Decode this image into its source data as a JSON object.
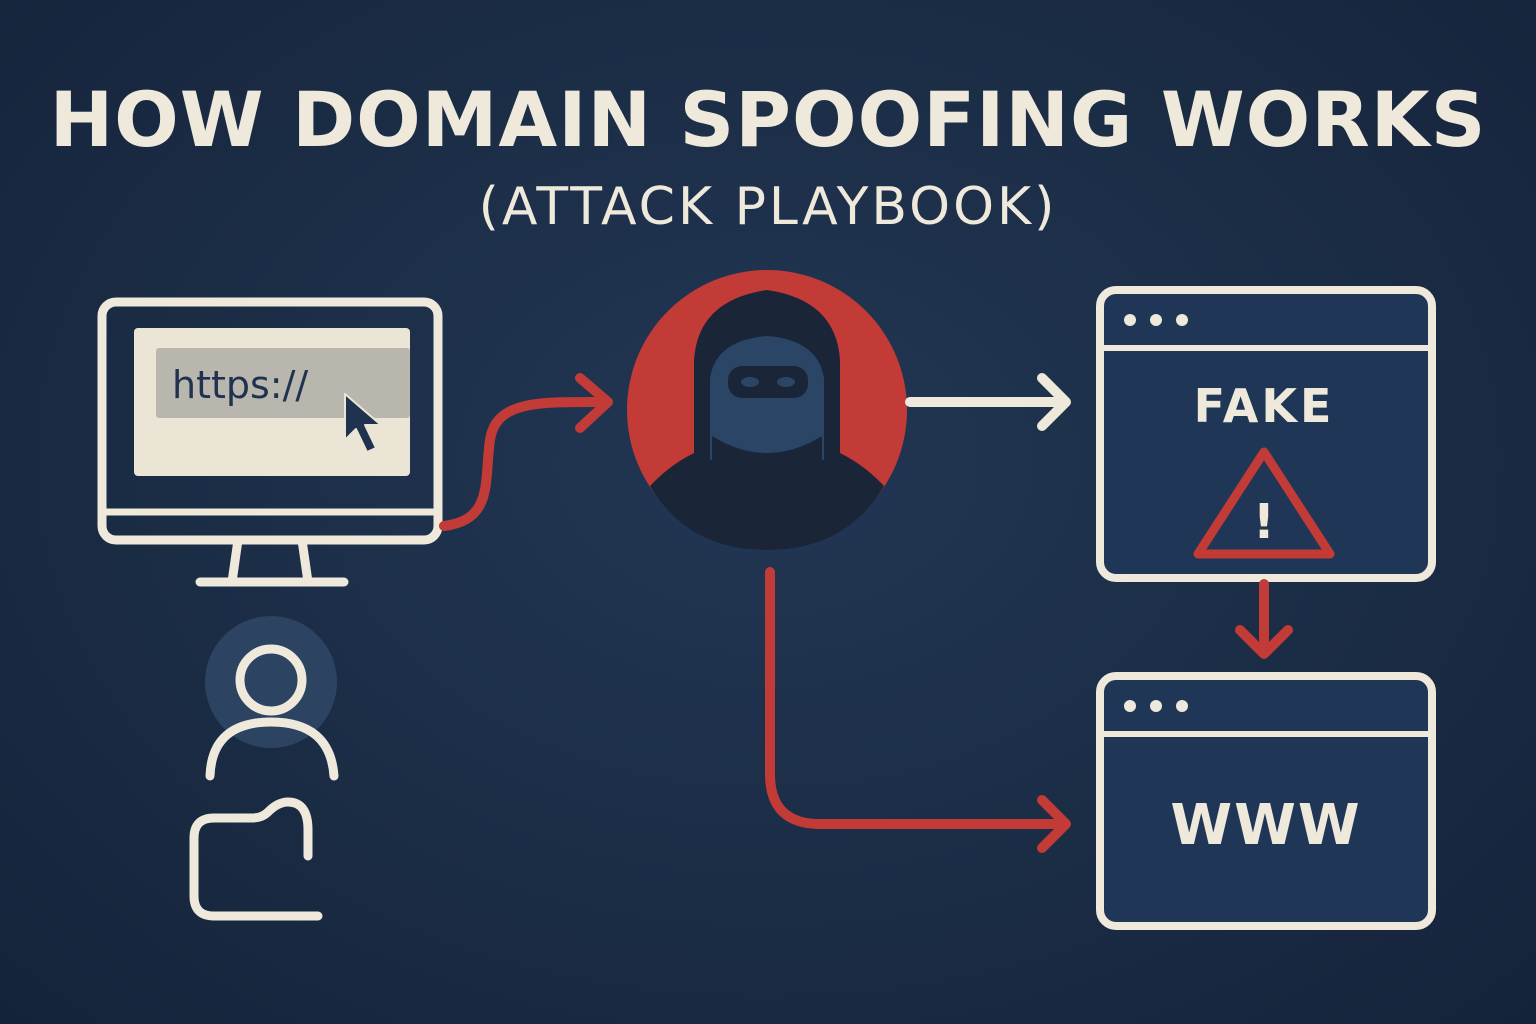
{
  "title": "HOW DOMAIN SPOOFING WORKS",
  "subtitle": "(ATTACK PLAYBOOK)",
  "user_screen": {
    "url_text": "https://"
  },
  "fake_site": {
    "label": "FAKE",
    "warning_symbol": "!"
  },
  "real_site": {
    "label": "WWW"
  },
  "icons": {
    "computer": "monitor-icon",
    "cursor": "cursor-arrow-icon",
    "user": "user-icon",
    "attacker": "hooded-hacker-icon",
    "warning": "warning-triangle-icon",
    "browser_fake": "browser-window-icon",
    "browser_real": "browser-window-icon"
  },
  "colors": {
    "background": "#1b2c45",
    "cream": "#efe9dc",
    "accent_red": "#c23b36",
    "dark_navy": "#1f3350"
  }
}
